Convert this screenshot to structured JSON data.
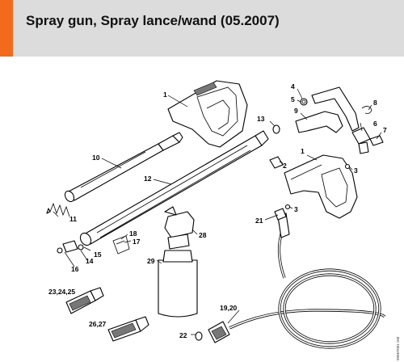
{
  "page": {
    "title": "Spray gun, Spray lance/wand (05.2007)",
    "reference_code": "095ET001 GM"
  },
  "callouts": [
    {
      "id": "c1a",
      "label": "1"
    },
    {
      "id": "c1b",
      "label": "1"
    },
    {
      "id": "c2",
      "label": "2"
    },
    {
      "id": "c3a",
      "label": "3"
    },
    {
      "id": "c3b",
      "label": "3"
    },
    {
      "id": "c4",
      "label": "4"
    },
    {
      "id": "c5",
      "label": "5"
    },
    {
      "id": "c6",
      "label": "6"
    },
    {
      "id": "c7",
      "label": "7"
    },
    {
      "id": "c8",
      "label": "8"
    },
    {
      "id": "c9",
      "label": "9"
    },
    {
      "id": "c10",
      "label": "10"
    },
    {
      "id": "c11",
      "label": "11"
    },
    {
      "id": "c12",
      "label": "12"
    },
    {
      "id": "c13",
      "label": "13"
    },
    {
      "id": "c14",
      "label": "14"
    },
    {
      "id": "c15",
      "label": "15"
    },
    {
      "id": "c16",
      "label": "16"
    },
    {
      "id": "c17",
      "label": "17"
    },
    {
      "id": "c18",
      "label": "18"
    },
    {
      "id": "c19",
      "label": "19,20"
    },
    {
      "id": "c21",
      "label": "21"
    },
    {
      "id": "c22",
      "label": "22"
    },
    {
      "id": "c23",
      "label": "23,24,25"
    },
    {
      "id": "c26",
      "label": "26,27"
    },
    {
      "id": "c28",
      "label": "28"
    },
    {
      "id": "c29",
      "label": "29"
    }
  ]
}
